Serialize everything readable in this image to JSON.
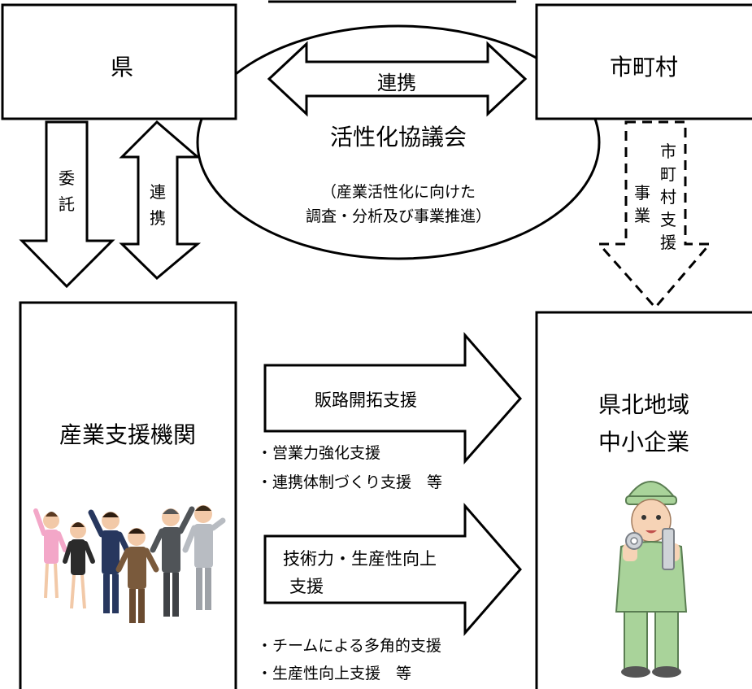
{
  "nodes": {
    "prefecture": "県",
    "municipality": "市町村",
    "council": "活性化協議会",
    "council_note_line1": "（産業活性化に向けた",
    "council_note_line2": "調査・分析及び事業推進）",
    "support_org": "産業支援機関",
    "sme_line1": "県北地域",
    "sme_line2": "中小企業"
  },
  "arrows": {
    "top_link": "連携",
    "delegate": [
      "委",
      "託"
    ],
    "left_link": [
      "連",
      "携"
    ],
    "muni_support": [
      "市",
      "町",
      "村",
      "支",
      "援"
    ],
    "muni_project": [
      "事",
      "業"
    ],
    "sales": "販路開拓支援",
    "tech_line1": "技術力・生産性向上",
    "tech_line2": "支援"
  },
  "notes": {
    "sales_item1": "・営業力強化支援",
    "sales_item2": "・連携体制づくり支援　等",
    "tech_item1": "・チームによる多角的支援",
    "tech_item2": "・生産性向上支援　等"
  },
  "icons": {
    "people": "business-team-icon",
    "worker": "factory-worker-icon"
  }
}
